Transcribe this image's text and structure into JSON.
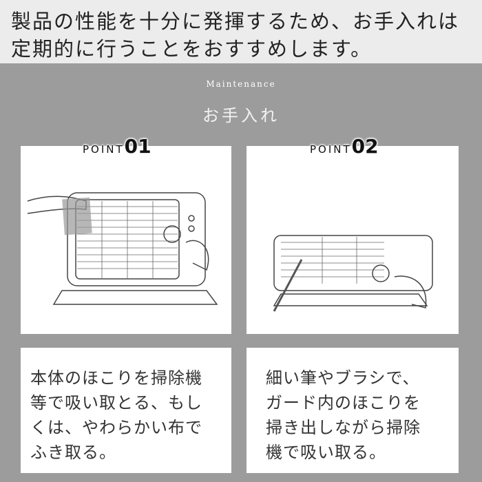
{
  "header": {
    "line1": "製品の性能を十分に発揮するため、お手入れは",
    "line2": "定期的に行うことをおすすめします。"
  },
  "section": {
    "subtitle": "Maintenance",
    "title": "お手入れ"
  },
  "points": [
    {
      "word": "POINT",
      "num": "01",
      "caption": [
        "本体のほこりを掃除機",
        "等で吸い取とる、もし",
        "くは、やわらかい布で",
        "ふき取る。"
      ]
    },
    {
      "word": "POINT",
      "num": "02",
      "caption": [
        "細い筆やブラシで、",
        "ガード内のほこりを",
        "掃き出しながら掃除",
        "機で吸い取る。"
      ]
    }
  ]
}
